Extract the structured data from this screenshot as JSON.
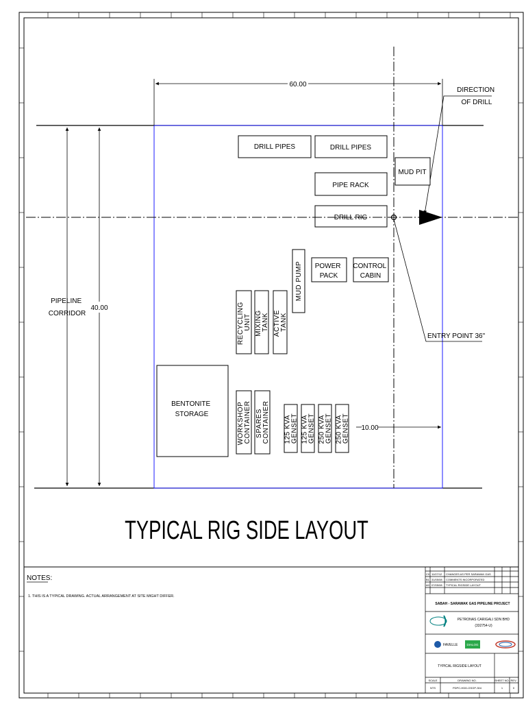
{
  "drawing_title": "TYPICAL RIG SIDE LAYOUT",
  "dimensions": {
    "width": "60.00",
    "corridor_width": "40.00",
    "offset": "10.00"
  },
  "labels": {
    "pipeline_corridor": [
      "PIPELINE",
      "CORRIDOR"
    ],
    "direction": [
      "DIRECTION",
      "OF DRILL"
    ],
    "entry_point": "ENTRY POINT 36\""
  },
  "equipment": {
    "drill_pipes_1": "DRILL PIPES",
    "drill_pipes_2": "DRILL PIPES",
    "mud_pit": "MUD PIT",
    "pipe_rack": "PIPE RACK",
    "drill_rig": "DRILL RIG",
    "power_pack": [
      "POWER",
      "PACK"
    ],
    "control_cabin": [
      "CONTROL",
      "CABIN"
    ],
    "mud_pump": "MUD PUMP",
    "recycling_unit": [
      "RECYCLING",
      "UNIT"
    ],
    "mixing_tank": [
      "MIXING",
      "TANK"
    ],
    "active_tank": [
      "ACTIVE",
      "TANK"
    ],
    "bentonite_storage": [
      "BENTONITE",
      "STORAGE"
    ],
    "workshop_container": [
      "WORKSHOP",
      "CONTAINER"
    ],
    "spares_container": [
      "SPARES",
      "CONTAINER"
    ],
    "genset_125_a": [
      "125 KVA",
      "GENSET"
    ],
    "genset_125_b": [
      "125 KVA",
      "GENSET"
    ],
    "genset_250_a": [
      "250 KVA",
      "GENSET"
    ],
    "genset_250_b": [
      "250 KVA",
      "GENSET"
    ]
  },
  "notes": {
    "heading": "NOTES:",
    "items": [
      "1.  THIS IS A TYPICAL DRAWING. ACTUAL ARRANGEMENT AT SITE MIGHT DIFFER."
    ]
  },
  "title_block": {
    "revisions": [
      {
        "rev": "C0",
        "date": "11/07/12",
        "desc": "CHANGES AS PER SARAWAK GAS"
      },
      {
        "rev": "B1",
        "date": "31/05/08",
        "desc": "COMMENTS INCORPORATED"
      },
      {
        "rev": "A0",
        "date": "07/05/08",
        "desc": "TYPICAL RIGSIDE LAYOUT"
      }
    ],
    "project": "SABAH - SARAWAK GAS PIPELINE PROJECT",
    "owner": "PETRONAS CARIGALI SDN BHD",
    "owner_reg": "(332754-U)",
    "contractor_logo": "DIALOG",
    "contractor_name": "FAVELLE",
    "drawing_title": "TYPICAL RIGSIDE LAYOUT",
    "scale_label": "SCALE",
    "scale": "NTS",
    "drawing_no_label": "DRAWING NO.",
    "drawing_no": "PDPC-HDD-GSGP-304",
    "sheet_label": "SHEET NO.",
    "sheet": "1",
    "rev_label": "REV.",
    "rev": "0"
  },
  "colors": {
    "line": "#000000",
    "site_boundary": "#1a1aff",
    "grid_text": "#333333"
  }
}
